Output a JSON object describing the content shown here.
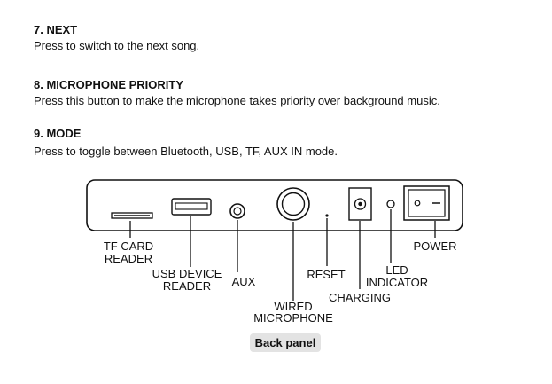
{
  "sections": [
    {
      "title": "7. NEXT",
      "body": "Press to switch to the next song."
    },
    {
      "title": "8. MICROPHONE PRIORITY",
      "body": "Press this button to make the microphone takes priority over background music."
    },
    {
      "title": "9. MODE",
      "body": "Press to toggle between Bluetooth, USB, TF, AUX IN mode."
    }
  ],
  "diagram": {
    "labels": {
      "tf_card_1": "TF CARD",
      "tf_card_2": "READER",
      "usb_1": "USB DEVICE",
      "usb_2": "READER",
      "aux": "AUX",
      "wired_1": "WIRED",
      "wired_2": "MICROPHONE",
      "reset": "RESET",
      "charging": "CHARGING",
      "led_1": "LED",
      "led_2": "INDICATOR",
      "power": "POWER"
    },
    "caption": "Back panel"
  }
}
